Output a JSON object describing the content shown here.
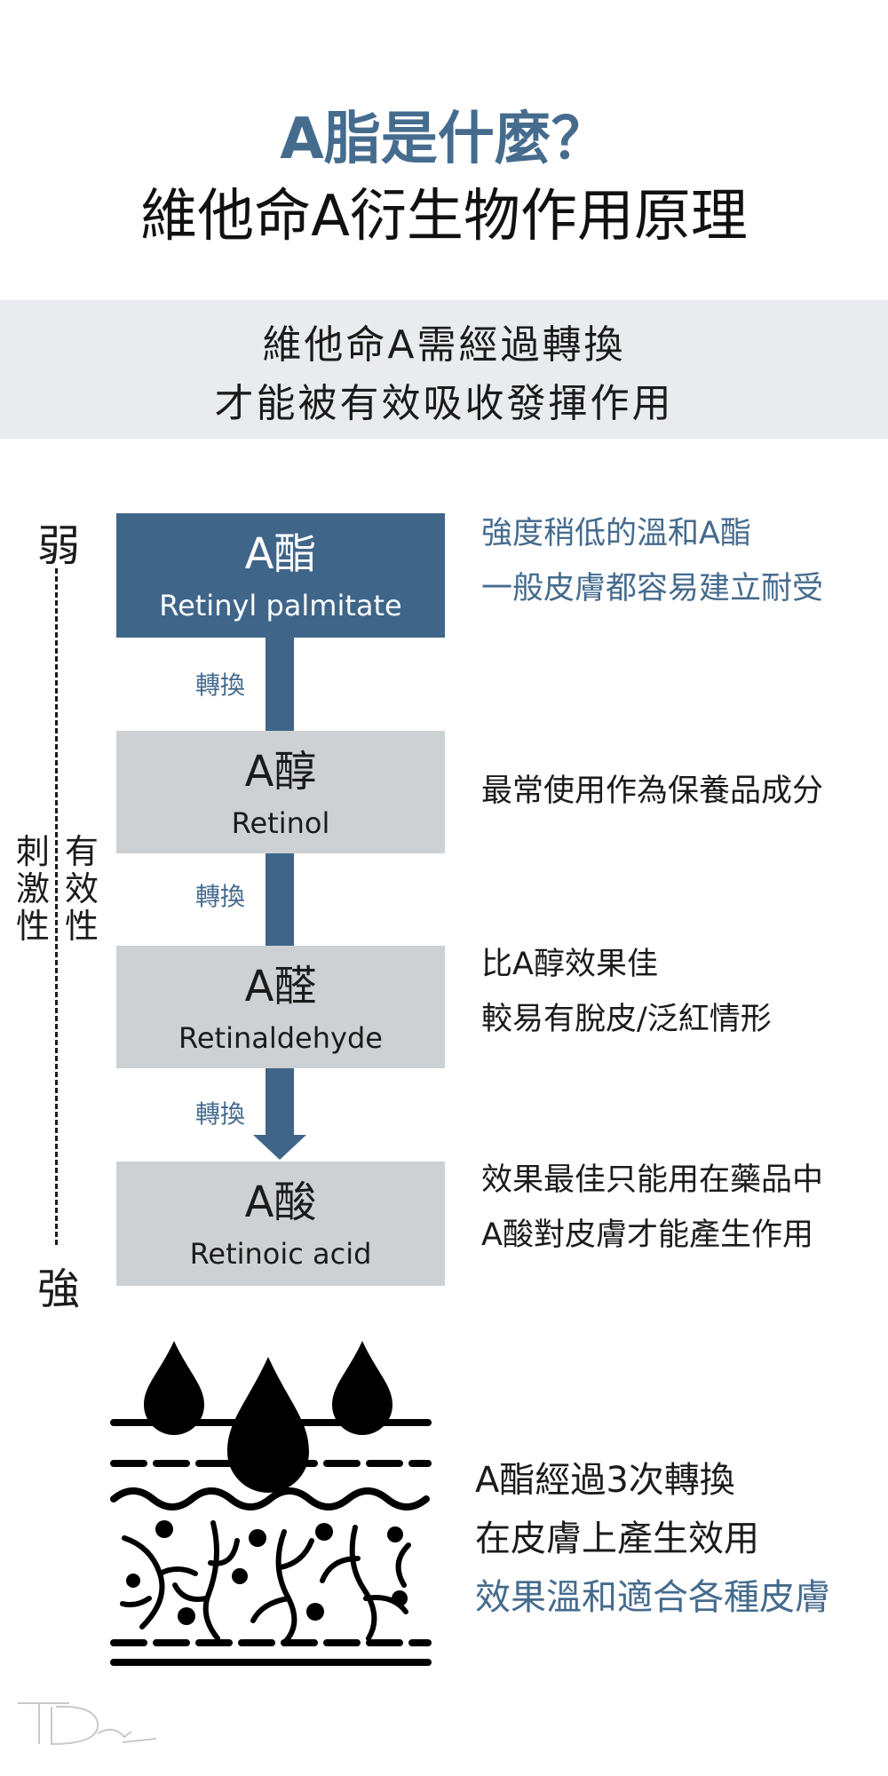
{
  "header": {
    "title": "A脂是什麼？",
    "subtitle": "維他命A衍生物作用原理"
  },
  "banner": {
    "line1": "維他命A需經過轉換",
    "line2": "才能被有效吸收發揮作用"
  },
  "axis": {
    "weak": "弱",
    "strong": "強",
    "irritation": [
      "刺",
      "激",
      "性"
    ],
    "effectiveness": [
      "有",
      "效",
      "性"
    ]
  },
  "conversion_label": "轉換",
  "steps": [
    {
      "name_cn": "A酯",
      "name_en": "Retinyl palmitate",
      "desc": [
        "強度稍低的溫和A酯",
        "一般皮膚都容易建立耐受"
      ]
    },
    {
      "name_cn": "A醇",
      "name_en": "Retinol",
      "desc": [
        "最常使用作為保養品成分"
      ]
    },
    {
      "name_cn": "A醛",
      "name_en": "Retinaldehyde",
      "desc": [
        "比A醇效果佳",
        "較易有脫皮/泛紅情形"
      ]
    },
    {
      "name_cn": "A酸",
      "name_en": "Retinoic acid",
      "desc": [
        "效果最佳只能用在藥品中",
        "A酸對皮膚才能產生作用"
      ]
    }
  ],
  "bottom": {
    "line1": "A酯經過3次轉換",
    "line2": "在皮膚上產生效用",
    "line3": "效果溫和適合各種皮膚"
  },
  "colors": {
    "accent": "#3f6589",
    "accent_text": "#456b8d",
    "box_gray": "#cdd1d4",
    "banner_bg": "#e9ebee"
  },
  "icons": [
    "skin-absorption-icon",
    "logo-watermark"
  ]
}
